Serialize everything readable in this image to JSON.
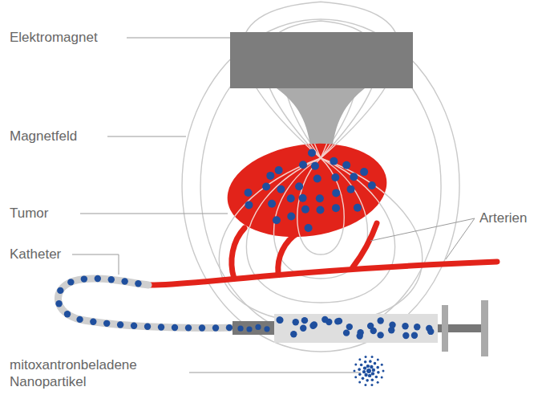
{
  "diagram": {
    "labels": [
      "Elektromagnet",
      "Magnetfeld",
      "Tumor",
      "Arterien",
      "Katheter",
      "mitoxantronbeladene Nanopartikel"
    ]
  }
}
